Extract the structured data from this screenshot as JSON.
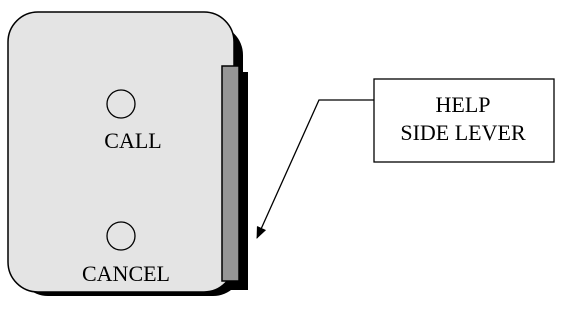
{
  "device": {
    "call_label": "CALL",
    "cancel_label": "CANCEL"
  },
  "callout": {
    "line1": "HELP",
    "line2": "SIDE LEVER"
  },
  "colors": {
    "panel_fill": "#e4e4e4",
    "lever_fill": "#969696",
    "shadow": "#000000",
    "outline": "#000000",
    "background": "#ffffff"
  }
}
